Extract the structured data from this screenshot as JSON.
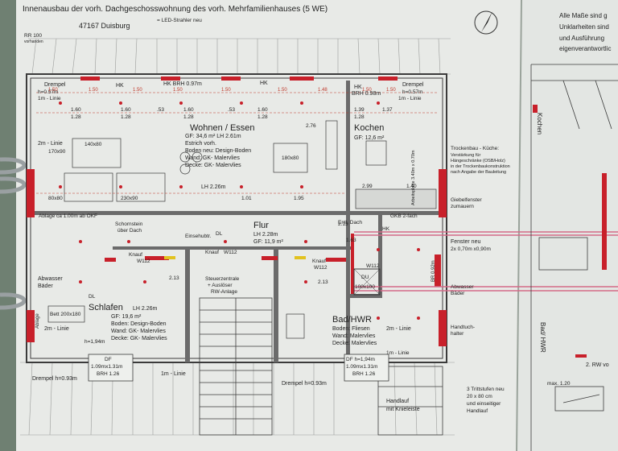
{
  "header": {
    "title": "Innenausbau der vorh. Dachgeschosswohnung des vorh. Mehrfamilienhauses (5 WE)",
    "legend": "= LED-Strahler neu",
    "address": "47167 Duisburg",
    "rr_label": "RR 100",
    "rr_sub": "vorhanden"
  },
  "notice": {
    "lines": [
      "Alle Maße sind g",
      "Unklarheiten sind",
      "und Ausführung",
      "eigenverantwortlic"
    ]
  },
  "rooms": {
    "wohnen": {
      "name": "Wohnen / Essen",
      "area": "GF: 34,6 m²  LH 2.61m",
      "estrich": "Estrich vorh.",
      "boden": "Boden neu: Design-Boden",
      "wand": "Wand: GK- Malervlies",
      "decke": "Decke: GK- Malervlies",
      "lh": "LH 2.26m"
    },
    "kochen": {
      "name": "Kochen",
      "area": "GF: 12,6 m²",
      "trockenbau": "Trockenbau - Küche:",
      "vst1": "Verstärkung für",
      "vst2": "Hängeschränke (OSB/Holz)",
      "vst3": "in der Trockenbaukonstruktion",
      "vst4": "nach Angabe der Bauleitung",
      "giebel1": "Giebelfenster",
      "giebel2": "zumauern",
      "arbeitsplatte": "Arbeitsplatte 3.40m x 0.70m"
    },
    "flur": {
      "name": "Flur",
      "lh": "LH 2.28m",
      "area": "GF: 11,9 m²"
    },
    "schlafen": {
      "name": "Schlafen",
      "lh": "LH 2.26m",
      "area": "GF: 19,6 m²",
      "boden": "Boden: Design-Boden",
      "wand": "Wand: GK- Malervlies",
      "decke": "Decke: GK- Malervlies",
      "bett": "Bett 200x180"
    },
    "bad": {
      "name": "Bad/HWR",
      "boden": "Boden: Fliesen",
      "wand": "Wand: Malervlies",
      "decke": "Decke: Malervlies",
      "du": "DU",
      "du_size": "100x100"
    }
  },
  "labels": {
    "drempel_tl": "Drempel",
    "drempel_tl_h": "h=0.57m",
    "drempel_tr": "Drempel",
    "drempel_tr_h": "h=0.57m",
    "hk": "HK",
    "hk_brh": "HK BRH 0.97m",
    "hk_kochen": "HK",
    "brh_098": "BRH 0.98m",
    "linie_1m": "1m - Linie",
    "linie_2m": "2m - Linie",
    "schornstein": "Schornstein",
    "ueber_dach": "über Dach",
    "einsehubtr": "Einsehubtr.",
    "knauf": "Knauf",
    "w112": "W112",
    "steuerzentrale": "Steuerzentrale",
    "ausloeser": "+ Auslöser",
    "rw_anlage": "RW-Anlage",
    "abwasser": "Abwasser",
    "baeder": "Bäder",
    "ablage": "Ablage",
    "ablage_dl": "Ablage ca 1.00m ab OKF",
    "entl_dach": "Entl. Dach",
    "gkb_fach": "GKB 2-fach",
    "dl": "DL",
    "fenster_neu": "Fenster neu",
    "fenster_size": "2x 0,70m x0,90m",
    "df_left": "DF",
    "df_left_size": "1.09mx1.31m",
    "df_left_brh": "BRH 1.26",
    "df_right": "DF h=1,94m",
    "df_right_size": "1.09mx1.31m",
    "df_right_brh": "BRH 1.26",
    "drempel_bl": "Drempel h=0.93m",
    "drempel_bm": "Drempel h=0.93m",
    "handlauf": "Handlauf",
    "handlauf2": "mit Knieleiste",
    "handtuch": "Handtuch-",
    "handtuch2": "halter",
    "trittstufen1": "3 Trittstufen neu",
    "trittstufen2": "20 x 80 cm",
    "trittstufen3": "und einseitiger",
    "trittstufen4": "Handlauf",
    "h194": "h=1,94m",
    "br": "BR 0.92m"
  },
  "side": {
    "kochen": "Kochen",
    "bad": "Bad/ HWR",
    "rw": "2. RW vo",
    "max": "max. 1.20"
  },
  "furniture": {
    "f140": "140x80",
    "f180": "180x80",
    "f80": "80x80",
    "f230": "230x90",
    "f170": "170x90"
  },
  "dims": {
    "top_row": [
      "1.50",
      "1.50",
      "1.50",
      "1.50",
      "1.50",
      "1.50",
      "1.48",
      "1.50",
      "1.50"
    ],
    "row2": [
      "1.60",
      "1.60",
      ".53",
      "1.60",
      ".53",
      "1.60",
      "1.39",
      "1.37"
    ],
    "row3": [
      "1.28",
      "1.28",
      "1.28",
      "1.28",
      "1.28"
    ],
    "misc": [
      "2.76",
      "1.01",
      "1.95",
      "2.13",
      "1.63",
      "2.13",
      "2.13",
      "2.99",
      "1.40"
    ]
  },
  "colors": {
    "wall_red": "#c8202a",
    "paper": "#e9ebe8",
    "line": "#3b3b3b",
    "yellow": "#e2c21f",
    "pink": "#d46b88"
  }
}
